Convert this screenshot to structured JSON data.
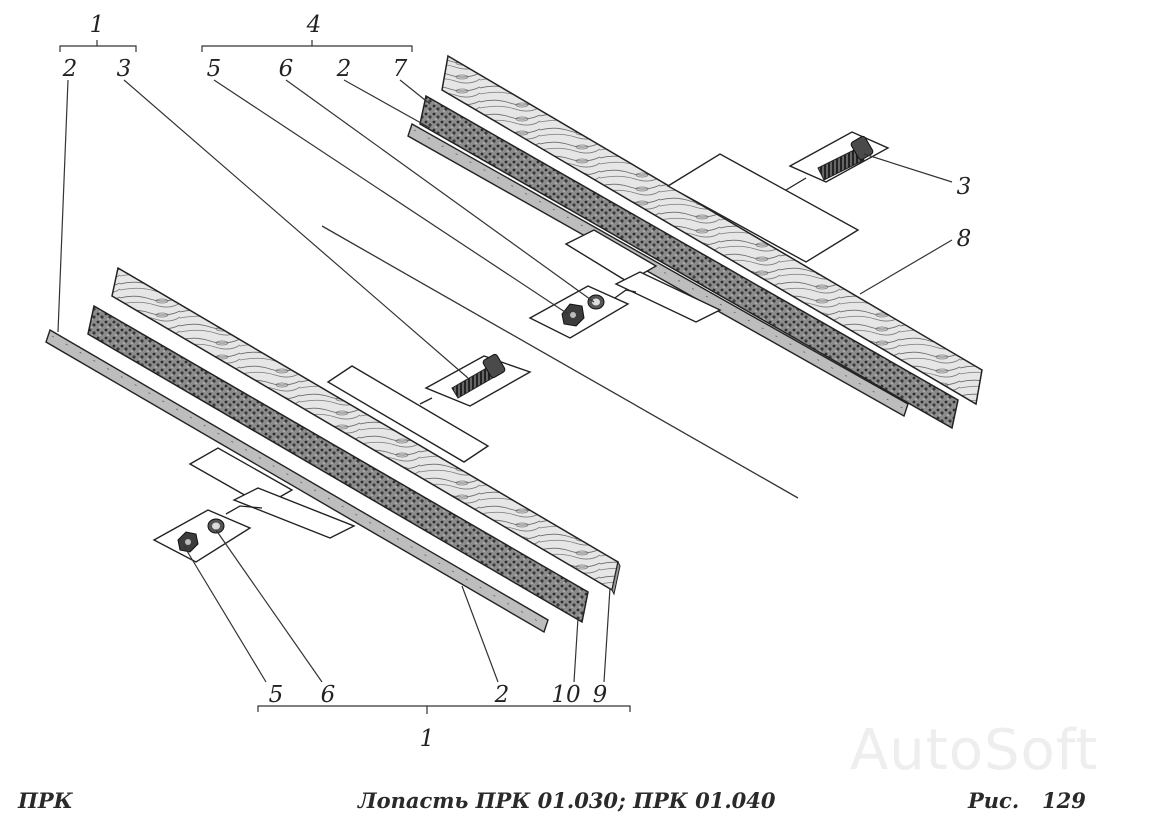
{
  "labels": {
    "top_left_group": "1",
    "top_left_a": "2",
    "top_left_b": "3",
    "top_right_group": "4",
    "top_right_a": "5",
    "top_right_b": "6",
    "top_right_c": "2",
    "top_right_d": "7",
    "right_bolt": "3",
    "right_board": "8",
    "bottom_a": "5",
    "bottom_b": "6",
    "bottom_c": "2",
    "bottom_d": "10",
    "bottom_e": "9",
    "bottom_group": "1"
  },
  "footer": {
    "left": "ПРК",
    "center": "Лопасть ПРК 01.030; ПРК 01.040",
    "fig_label": "Рис.",
    "page_num": "129"
  },
  "watermark": "AutoSoft"
}
